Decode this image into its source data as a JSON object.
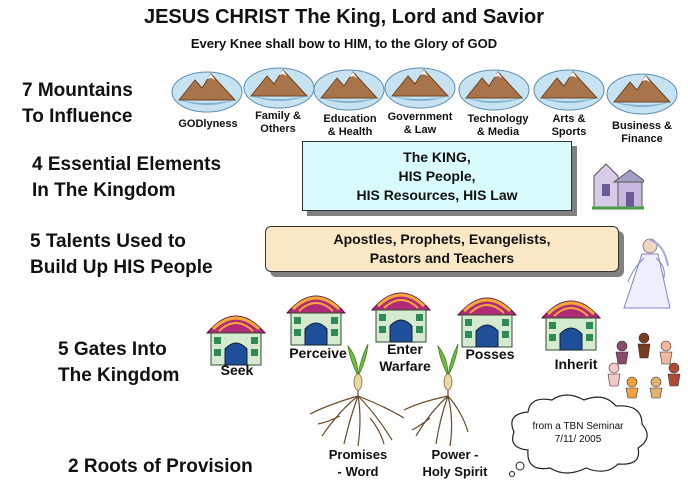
{
  "header": {
    "title": "JESUS CHRIST The King, Lord and Savior",
    "subtitle": "Every Knee shall bow to HIM, to the Glory of GOD"
  },
  "rows": {
    "mountains": [
      "7 Mountains",
      "To Influence"
    ],
    "elements": [
      "4 Essential Elements",
      "In The Kingdom"
    ],
    "talents": [
      "5 Talents Used to",
      "Build Up HIS People"
    ],
    "gates": [
      "5 Gates Into",
      "The Kingdom"
    ],
    "roots": "2 Roots of Provision"
  },
  "mountains": [
    [
      "GODlyness"
    ],
    [
      "Family &",
      "Others"
    ],
    [
      "Education",
      "& Health"
    ],
    [
      "Government",
      "& Law"
    ],
    [
      "Technology",
      "& Media"
    ],
    [
      "Arts &",
      "Sports"
    ],
    [
      "Business &",
      "Finance"
    ]
  ],
  "elements_box": [
    "The KING,",
    "HIS People,",
    "HIS Resources, HIS Law"
  ],
  "talents_box": [
    "Apostles, Prophets, Evangelists,",
    "Pastors and Teachers"
  ],
  "gates": [
    [
      "Seek"
    ],
    [
      "Perceive"
    ],
    [
      "Enter",
      "Warfare"
    ],
    [
      "Posses"
    ],
    [
      "Inherit"
    ]
  ],
  "roots": [
    [
      "Promises",
      "- Word"
    ],
    [
      "Power -",
      "Holy Spirit"
    ]
  ],
  "cloud": [
    "from a TBN Seminar",
    "7/11/ 2005"
  ]
}
